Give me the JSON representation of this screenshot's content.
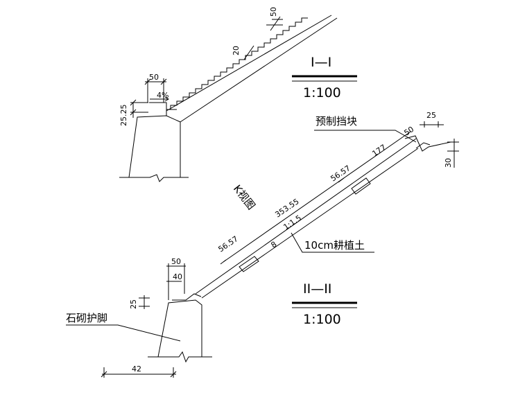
{
  "section1": {
    "title": "I—I",
    "scale": "1:100",
    "dims": {
      "width_50": "50",
      "slope_pct": "4%",
      "height_2525": "25.25",
      "step_20": "20",
      "top_50": "50"
    }
  },
  "section2": {
    "title": "II—II",
    "scale": "1:100",
    "dims": {
      "d25_top": "25",
      "d50_top": "50",
      "d30": "30",
      "d177": "177",
      "d5657_top": "56.57",
      "d35355": "353.55",
      "slope": "1:1.5",
      "d5657_bot": "56.57",
      "d8": "8",
      "d50_bot": "50",
      "d40": "40",
      "d25_bot": "25",
      "d42": "42"
    }
  },
  "labels": {
    "precast_block": "预制挡块",
    "view_k": "K视图",
    "topsoil": "10cm耕植土",
    "stone_toe": "石砌护脚"
  }
}
